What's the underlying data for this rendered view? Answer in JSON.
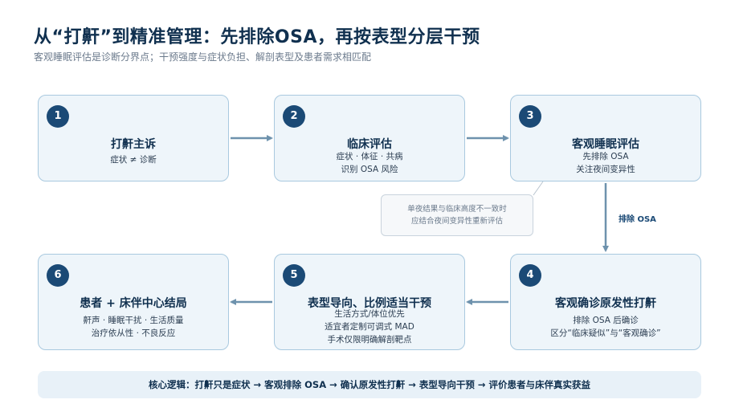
{
  "header": {
    "title": "从“打鼾”到精准管理：先排除OSA，再按表型分层干预",
    "subtitle": "客观睡眠评估是诊断分界点；干预强度与症状负担、解剖表型及患者需求相匹配"
  },
  "steps": [
    {
      "number": "1",
      "title": "打鼾主诉",
      "lines": [
        "症状 ≠ 诊断"
      ]
    },
    {
      "number": "2",
      "title": "临床评估",
      "lines": [
        "症状 · 体征 · 共病",
        "识别 OSA 风险"
      ]
    },
    {
      "number": "3",
      "title": "客观睡眠评估",
      "lines": [
        "先排除 OSA",
        "关注夜间变异性"
      ]
    },
    {
      "number": "4",
      "title": "客观确诊原发性打鼾",
      "lines": [
        "排除 OSA 后确诊",
        "区分“临床疑似”与“客观确诊”"
      ]
    },
    {
      "number": "5",
      "title": "表型导向、比例适当干预",
      "lines": [
        "生活方式/体位优先",
        "适宜者定制可调式 MAD",
        "手术仅限明确解剖靶点"
      ]
    },
    {
      "number": "6",
      "title": "患者 + 床伴中心结局",
      "lines": [
        "鼾声 · 睡眠干扰 · 生活质量",
        "治疗依从性 · 不良反应"
      ]
    }
  ],
  "note": {
    "lines": [
      "单夜结果与临床高度不一致时",
      "应结合夜间变异性重新评估"
    ]
  },
  "arrow_label": "排除 OSA",
  "footer": "核心逻辑：打鼾只是症状 → 客观排除 OSA → 确认原发性打鼾 → 表型导向干预 → 评价患者与床伴真实获益",
  "colors": {
    "accent": "#1b4a76",
    "card_fill": "#eef5fa",
    "card_border": "#a9c9df",
    "arrow": "#6e92ad"
  }
}
